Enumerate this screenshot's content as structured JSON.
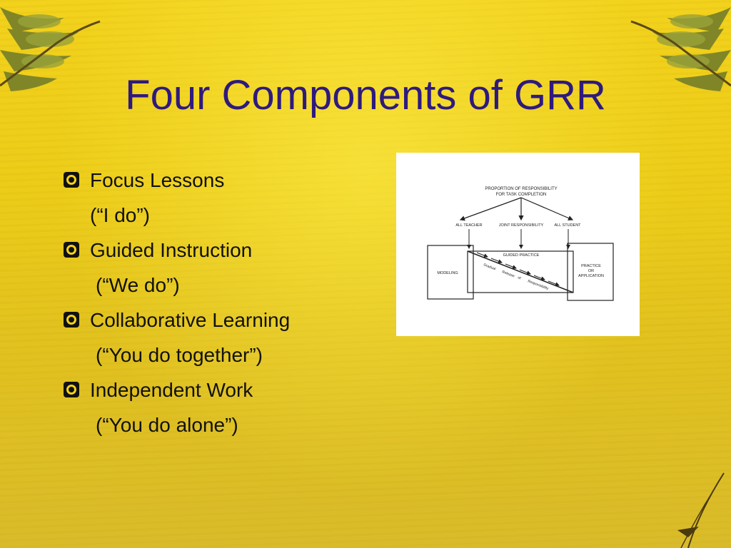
{
  "slide": {
    "title": "Four Components of GRR",
    "bullets": [
      {
        "label": "Focus Lessons",
        "sub": "(“I do”)"
      },
      {
        "label": "Guided Instruction",
        "sub": "(“We do”)"
      },
      {
        "label": "Collaborative Learning",
        "sub": "(“You do together”)"
      },
      {
        "label": "Independent Work",
        "sub": "(“You do alone”)"
      }
    ],
    "bullet_icon": "ring-square-bullet-icon"
  },
  "figure": {
    "top_label_1": "PROPORTION    OF    RESPONSIBILITY",
    "top_label_2": "FOR   TASK   COMPLETION",
    "all_teacher": "ALL   TEACHER",
    "joint": "JOINT   RESPONSIBILITY",
    "all_student": "ALL   STUDENT",
    "guided_practice": "GUIDED   PRACTICE",
    "modeling": "MODELING",
    "practice_1": "PRACTICE",
    "practice_2": "OR",
    "practice_3": "APPLICATION",
    "diag_1": "Gradual",
    "diag_2": "Release",
    "diag_3": "of",
    "diag_4": "Responsibility"
  },
  "colors": {
    "background": "#eccc18",
    "title": "#2e1a7e",
    "text": "#111111"
  }
}
